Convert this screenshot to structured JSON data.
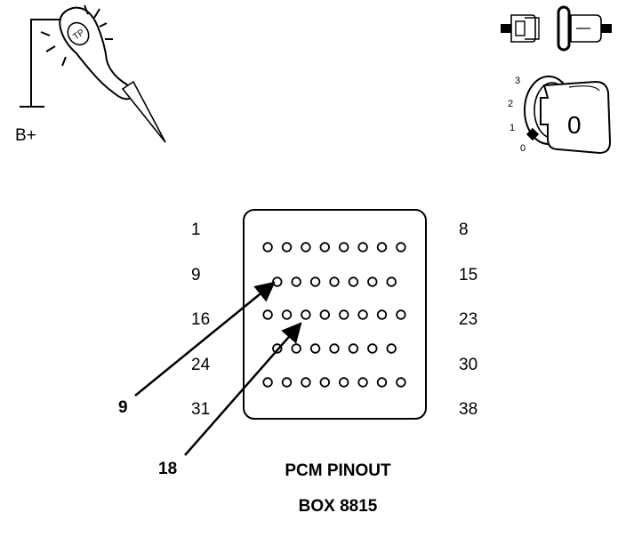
{
  "test_light": {
    "icon": "test-light-probe-icon",
    "supply_label": "B+"
  },
  "connector_icon": "connector-disconnect-icon",
  "ignition": {
    "icon": "ignition-key-icon",
    "positions": [
      "3",
      "2",
      "1",
      "0"
    ],
    "key_label": "0"
  },
  "pinout": {
    "rows": [
      {
        "first": "1",
        "last": "8",
        "pins": 8
      },
      {
        "first": "9",
        "last": "15",
        "pins": 7
      },
      {
        "first": "16",
        "last": "23",
        "pins": 8
      },
      {
        "first": "24",
        "last": "30",
        "pins": 7
      },
      {
        "first": "31",
        "last": "38",
        "pins": 8
      }
    ],
    "callouts": [
      "9",
      "18"
    ]
  },
  "caption": {
    "line1": "PCM PINOUT",
    "line2": "BOX 8815"
  }
}
